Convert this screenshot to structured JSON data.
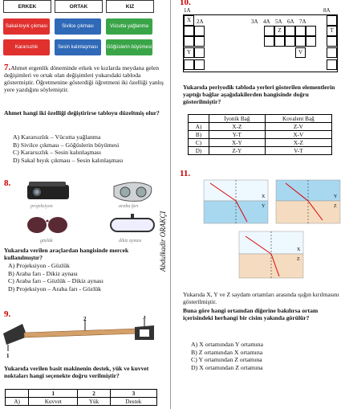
{
  "q7": {
    "grid_headers": [
      "ERKEK",
      "ORTAK",
      "KIZ"
    ],
    "grid_rows": [
      [
        "Sakal-bıyık çıkması",
        "Sivilce çıkması",
        "Vücutta yağlanma"
      ],
      [
        "Kararsızlık",
        "Sesin kalınlaşması",
        "Göğüslerin büyümesi"
      ]
    ],
    "num": "7.",
    "text": "Ahmet ergenlik döneminde erkek ve kızlarda meydana gelen değişimleri ve ortak olan değişimleri yukarıdaki tabloda göstermiştir. Öğretmenine gösterdiği öğretmeni iki özelliği yanlış yere yazdığını söylemiştir.",
    "question": "Ahmet hangi iki özelliği değiştirirse tabloyu düzeltmiş olur?",
    "options": [
      "A)  Kararsızlık – Vücutta yağlanma",
      "B)  Sivilce çıkması – Göğüslerin büyümesi",
      "C)  Kararsızlık – Sesin kalınlaşması",
      "D)  Sakal bıyık çıkması – Sesin kalınlaşması"
    ]
  },
  "q8": {
    "num": "8.",
    "captions": [
      "projeksiyon",
      "araba farı",
      "gözlük",
      "dikiz aynası"
    ],
    "question": "Yukarıda verilen araçlardan hangisinde mercek kullanılmıştır?",
    "options": [
      "A)  Projeksiyon - Gözlük",
      "B)  Araba farı - Dikiz aynası",
      "C)  Araba farı – Gözlük – Dikiz aynası",
      "D)  Projeksiyon – Araba farı - Gözlük"
    ]
  },
  "q9": {
    "num": "9.",
    "markers": [
      "1",
      "2",
      "3"
    ],
    "question": "Yukarıda verilen basit makinenin destek, yük ve kuvvet noktaları hangi seçenekte doğru verilmiştir?",
    "table_headers": [
      "",
      "1",
      "2",
      "3"
    ],
    "table_rows": [
      [
        "A)",
        "Kuvvet",
        "Yük",
        "Destek"
      ]
    ]
  },
  "q10": {
    "num": "10.",
    "group_labels": [
      "1A",
      "2A",
      "3A",
      "4A",
      "5A",
      "6A",
      "7A",
      "8A"
    ],
    "elements": [
      "X",
      "Z",
      "T",
      "Y",
      "V"
    ],
    "question": "Yukarıda periyodik tabloda yerleri gösterilen elementlerin yaptığı bağlar aşağıdakilerden hangisinde doğru gösterilmiştir?",
    "table_headers": [
      "",
      "İyonik Bağ",
      "Kovalent Bağ"
    ],
    "table_rows": [
      [
        "A)",
        "X-Z",
        "Z-V"
      ],
      [
        "B)",
        "Y-T",
        "X-V"
      ],
      [
        "C)",
        "X-Y",
        "X-Z"
      ],
      [
        "D)",
        "Z-Y",
        "V-T"
      ]
    ]
  },
  "q11": {
    "num": "11.",
    "diagram_labels": [
      "X",
      "Y",
      "Y",
      "Z",
      "X",
      "Z"
    ],
    "text": "Yukarıda X, Y ve Z saydam ortamları arasında ışığın kırılmasını gösterilmiştir.",
    "question": "Buna göre hangi ortamdan diğerine bakılırsa ortam içerisindeki herhangi bir cisim yakında görülür?",
    "options": [
      "A)  X ortamından Y ortamına",
      "B)  Z ortamından X ortamına",
      "C)  Y ortamından Z ortamına",
      "D)  X ortamından Z ortamına"
    ]
  },
  "signature": "Abdulkadir ORAKÇI",
  "colors": {
    "red_cell": "#e0312f",
    "blue_cell": "#2f69b7",
    "green_cell": "#3aa548",
    "qnum": "#cc0000",
    "water": "#a8d8f0",
    "sand": "#f5dcc0"
  }
}
